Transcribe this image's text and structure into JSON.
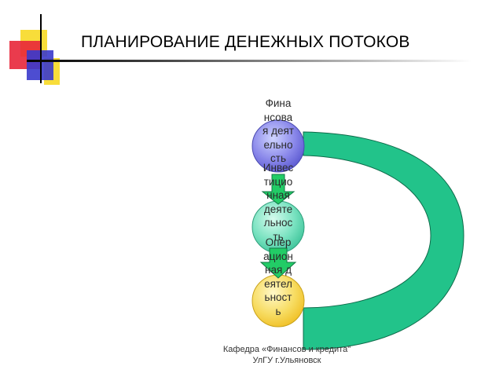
{
  "slide": {
    "title": "ПЛАНИРОВАНИЕ ДЕНЕЖНЫХ ПОТОКОВ",
    "footer_line1": "Кафедра «Финансов и кредита\"",
    "footer_line2": "УлГУ г.Ульяновск"
  },
  "nodes": [
    {
      "label": "Финансовая деятельность",
      "color": "#7b78e8"
    },
    {
      "label": "Инвестиционная деятельность",
      "color": "#5ed8b4"
    },
    {
      "label": "Операционная деятельность",
      "color": "#f5d85a"
    }
  ],
  "colors": {
    "arrow_fill": "#22cc66",
    "arrow_stroke": "#117744",
    "arc_fill": "#22c38a",
    "arc_stroke": "#0e6b4a",
    "logo_yellow": "#f8dd3a",
    "logo_red": "#e8263a",
    "logo_blue": "#3a3acc"
  }
}
